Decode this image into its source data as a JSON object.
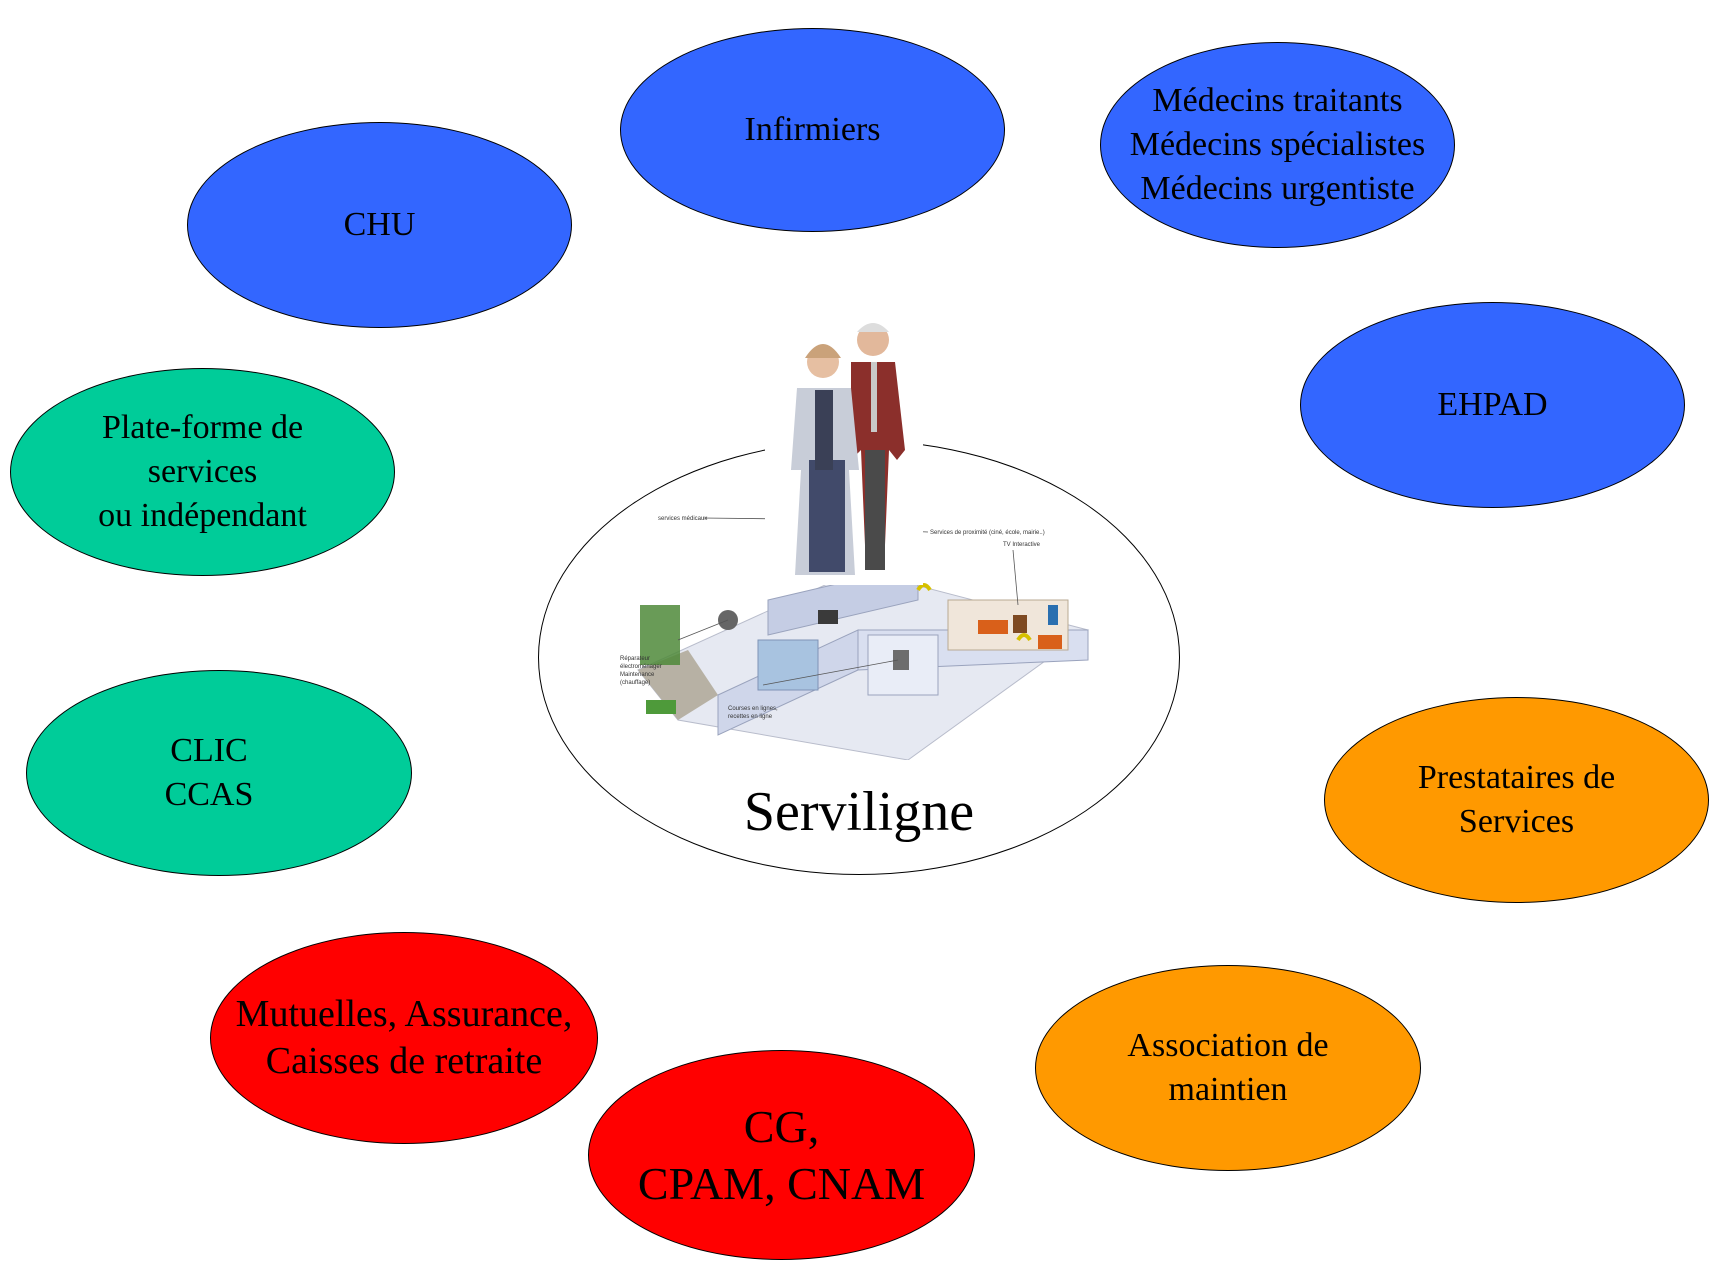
{
  "colors": {
    "blue": "#3366ff",
    "green": "#00cc99",
    "orange": "#ff9900",
    "red": "#ff0000",
    "hub_fill": "#ffffff"
  },
  "nodes": {
    "infirmiers": {
      "lines": [
        "Infirmiers"
      ],
      "color": "#3366ff"
    },
    "medecins": {
      "lines": [
        "Médecins traitants",
        "Médecins spécialistes",
        "Médecins urgentiste"
      ],
      "color": "#3366ff"
    },
    "chu": {
      "lines": [
        "CHU"
      ],
      "color": "#3366ff"
    },
    "ehpad": {
      "lines": [
        "EHPAD"
      ],
      "color": "#3366ff"
    },
    "plateforme": {
      "lines": [
        "Plate-forme de",
        "services",
        "ou indépendant"
      ],
      "color": "#00cc99"
    },
    "clic": {
      "lines": [
        "CLIC",
        "CCAS"
      ],
      "color": "#00cc99"
    },
    "prestataires": {
      "lines": [
        "Prestataires de",
        "Services"
      ],
      "color": "#ff9900"
    },
    "association": {
      "lines": [
        "Association de",
        "maintien"
      ],
      "color": "#ff9900"
    },
    "mutuelles": {
      "lines": [
        "Mutuelles, Assurance,",
        "Caisses de retraite"
      ],
      "color": "#ff0000"
    },
    "cg": {
      "lines": [
        "CG,",
        "CPAM, CNAM"
      ],
      "color": "#ff0000"
    }
  },
  "hub": {
    "label": "Serviligne",
    "image_annotations": {
      "services_medicaux": "services médicaux",
      "services_proximite": "Services de proximité (ciné, école, mairie..)",
      "tv": "TV Interactive",
      "reparateur": [
        "Réparateur",
        "électroménager",
        "Maintenance",
        "(chauffage)"
      ],
      "courses": [
        "Courses en lignes,",
        "recettes en ligne"
      ]
    }
  }
}
